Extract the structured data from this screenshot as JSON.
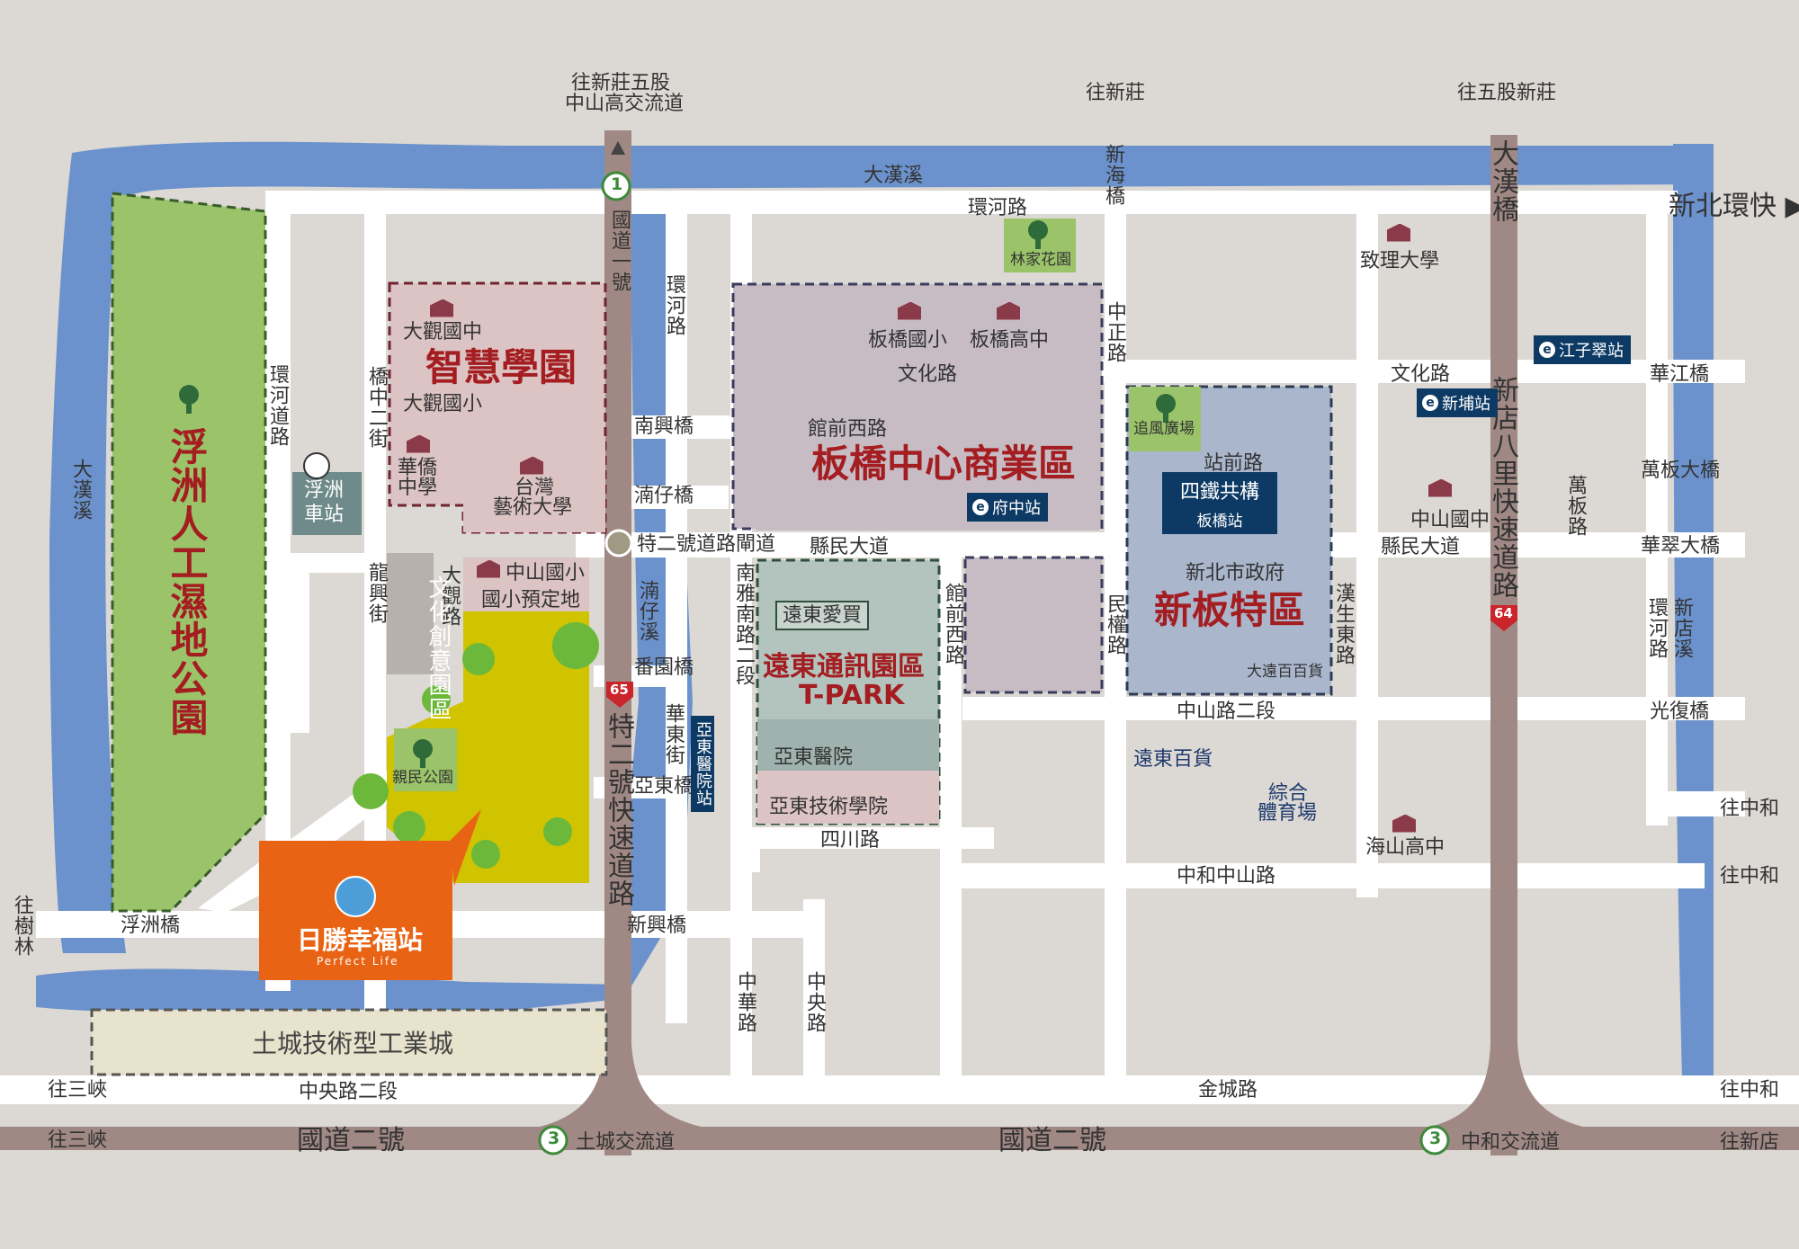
{
  "top": {
    "north_wugu_1": "往新莊五股",
    "north_wugu_2": "中山高交流道",
    "north_xinzhuang": "往新莊",
    "north_wugu_xinzhuang": "往五股新莊"
  },
  "rivers": {
    "dahan_top": "大漢溪",
    "dahan_left": "大漢溪",
    "tiziyi": "湳仔溪",
    "xindian": "新店溪"
  },
  "roads": {
    "huanhe_top": "環河路",
    "xinbei_huankuai": "新北環快 ▶",
    "guodao1": "國道一號",
    "huanhe_v1": "環河道路",
    "huanhe_v2": "環河路",
    "qiaozhong2": "橋中二街",
    "wenhua1": "文化路",
    "wenhua2": "文化路",
    "zhongzheng": "中正路",
    "guanqian_w": "館前西路",
    "nanxing": "南興橋",
    "nanzai_bridge": "湳仔橋",
    "te2_gate": "特二號道路閘道",
    "xianmin1": "縣民大道",
    "xianmin2": "縣民大道",
    "longxing": "龍興街",
    "daguan": "大觀路",
    "nanya": "南雅南路二段",
    "guanqian_w2": "館前西路",
    "minquan": "民權路",
    "hansheng": "漢生東路",
    "fanyuan": "番園橋",
    "huadong": "華東街",
    "yadong_bridge": "亞東橋",
    "te2_express": "特二號快速道路",
    "sichuan": "四川路",
    "zhongshan2": "中山路二段",
    "zhonghe_zhongshan": "中和中山路",
    "xinhai": "新海橋",
    "dahan_bridge": "大漢橋",
    "xindian8li": "新店八里快速道路",
    "huajiang": "華江橋",
    "wanban_bridge": "萬板大橋",
    "wanban_road": "萬板路",
    "huacui": "華翠大橋",
    "huanhe_right": "環河路",
    "guangfu": "光復橋",
    "to_zhonghe1": "往中和",
    "to_zhonghe2": "往中和",
    "to_zhonghe3": "往中和",
    "fuzhou_bridge": "浮洲橋",
    "to_shulin": "往樹林",
    "xinxing": "新興橋",
    "zhonghua": "中華路",
    "zhongyang": "中央路",
    "to_sanxia1": "往三峽",
    "zhongyang2": "中央路二段",
    "jincheng": "金城路",
    "to_sanxia2": "往三峽",
    "guodao2_left": "國道二號",
    "tucheng_ic": "土城交流道",
    "guodao2_mid": "國道二號",
    "zhonghe_ic": "中和交流道",
    "to_xindian": "往新店",
    "zhanqian": "站前路",
    "badge_1": "1",
    "badge_65": "65",
    "badge_64": "64",
    "badge_3a": "3",
    "badge_3b": "3"
  },
  "places": {
    "linjia_garden": "林家花園",
    "zhili": "致理大學",
    "daguan_middle": "大觀國中",
    "smart_campus": "智慧學園",
    "daguan_elem": "大觀國小",
    "huaqiao_1": "華僑",
    "huaqiao_2": "中學",
    "arts_1": "台灣",
    "arts_2": "藝術大學",
    "banqiao_elem": "板橋國小",
    "banqiao_high": "板橋高中",
    "cbd": "板橋中心商業區",
    "fuzhong_station": "府中站",
    "fuzhou_park": "浮洲人工濕地公園",
    "fuzhou_station_1": "浮洲",
    "fuzhou_station_2": "車站",
    "culture_zone": "文化創意園區",
    "zhongshan_elem": "中山國小",
    "elem_reserved": "國小預定地",
    "qinmin_park": "親民公園",
    "project_name": "日勝幸福站",
    "project_en": "Perfect Life",
    "feb_eastern": "遠東愛買",
    "tpark_1": "遠東通訊園區",
    "tpark_2": "T-PARK",
    "yadong_hospital": "亞東醫院",
    "yadong_tech": "亞東技術學院",
    "yadong_station": "亞東醫院站",
    "zhuifeng": "追風廣場",
    "four_rail": "四鐵共構",
    "banqiao_station": "板橋站",
    "city_gov": "新北市政府",
    "xinban": "新板特區",
    "fe_dept": "大遠百百貨",
    "fe_dept2": "遠東百貨",
    "stadium_1": "綜合",
    "stadium_2": "體育場",
    "zhongshan_middle": "中山國中",
    "haishan_high": "海山高中",
    "jiangzicui": "江子翠站",
    "xinpu": "新埔站",
    "tucheng_industrial": "土城技術型工業城"
  }
}
